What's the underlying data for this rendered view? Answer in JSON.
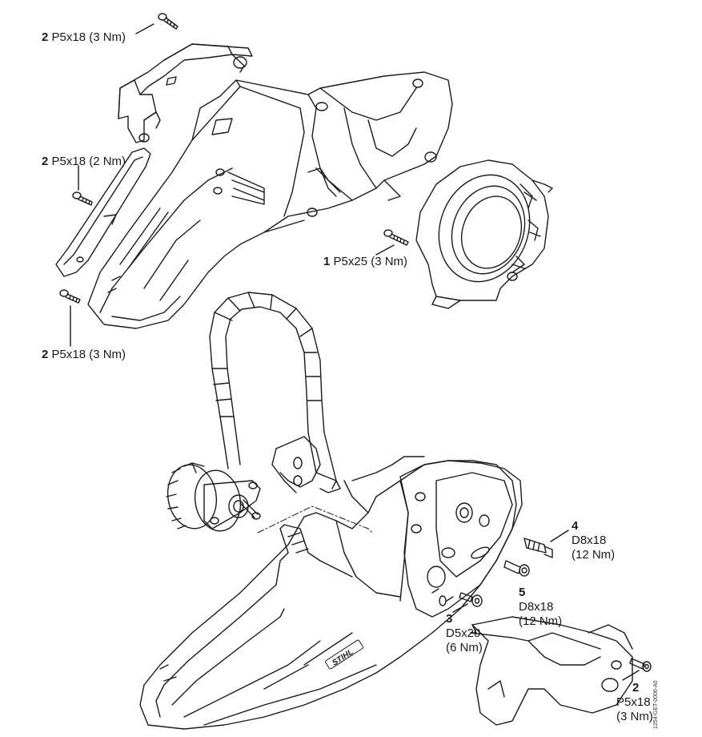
{
  "diagram": {
    "type": "exploded-parts-view",
    "subject": "Electric chainsaw housing assembly",
    "brand_mark": "STIHL",
    "reference_code": "1254-GET-0006-A0",
    "line_color": "#1a1a1a",
    "background": "#ffffff"
  },
  "callouts": [
    {
      "id": "c1",
      "qty": "2",
      "spec": "P5x18 (3 Nm)",
      "part": "screw-top-cover"
    },
    {
      "id": "c2",
      "qty": "2",
      "spec": "P5x18 (2 Nm)",
      "part": "screw-side-cover"
    },
    {
      "id": "c3",
      "qty": "2",
      "spec": "P5x18 (3 Nm)",
      "part": "screw-lower-left"
    },
    {
      "id": "c4",
      "qty": "1",
      "spec": "P5x25 (3 Nm)",
      "part": "screw-ring-cover"
    },
    {
      "id": "c5",
      "qty": "4",
      "size": "D8x18",
      "torque": "(12 Nm)",
      "part": "stud-bolt"
    },
    {
      "id": "c6",
      "qty": "5",
      "size": "D8x18",
      "torque": "(12 Nm)",
      "part": "collar-screw"
    },
    {
      "id": "c7",
      "qty": "3",
      "size": "D5x20",
      "torque": "(6 Nm)",
      "part": "screw-handle-housing"
    },
    {
      "id": "c8",
      "qty": "2",
      "size": "P5x18",
      "torque": "(3 Nm)",
      "part": "screw-chain-cover"
    }
  ],
  "parts": [
    "top-cover",
    "side-cover-strip",
    "upper-housing-shell",
    "ring-cover",
    "front-handle",
    "motor-fan-unit",
    "lower-housing-with-rear-handle",
    "sprocket-cover-plate",
    "chain-sprocket-cover"
  ]
}
